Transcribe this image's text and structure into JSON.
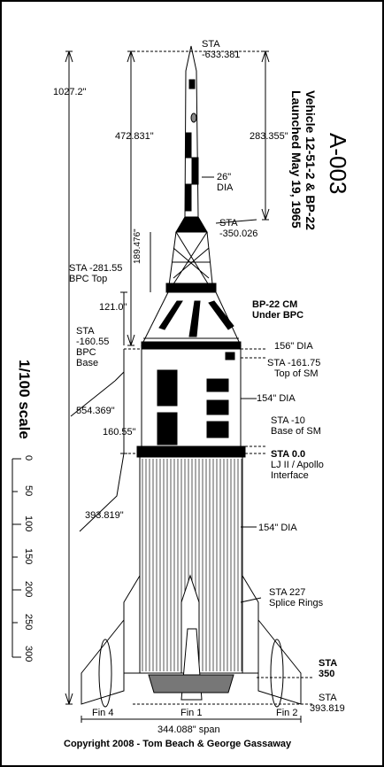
{
  "title": "A-003",
  "vehicle_line": "Vehicle 12-51-2 & BP-22",
  "launch_line": "Launched May 19, 1965",
  "scale_label": "1/100 scale",
  "scale_ticks": [
    "0",
    "50",
    "100",
    "150",
    "200",
    "250",
    "300"
  ],
  "labels": {
    "sta_top_1": "STA",
    "sta_top_2": "-633.381",
    "len_1027": "1027.2\"",
    "len_472": "472.831\"",
    "len_283": "283.355\"",
    "dia_26": "26\"",
    "dia_26_unit": "DIA",
    "sta_350_1": "STA",
    "sta_350_2": "-350.026",
    "len_189": "189.476\"",
    "sta_281_1": "STA -281.55",
    "sta_281_2": "BPC Top",
    "len_121": "121.0\"",
    "bp22_1": "BP-22 CM",
    "bp22_2": "Under BPC",
    "sta_160_1": "STA",
    "sta_160_2": "-160.55",
    "sta_160_3": "BPC",
    "sta_160_4": "Base",
    "dia_156": "156\" DIA",
    "sta_161_1": "STA -161.75",
    "sta_161_2": "Top of SM",
    "dia_154a": "154\" DIA",
    "len_554": "554.369\"",
    "sta_m10_1": "STA  -10",
    "sta_m10_2": "Base of SM",
    "len_160": "160.55\"",
    "sta_0_1": "STA  0.0",
    "sta_0_2": "LJ II / Apollo",
    "sta_0_3": "Interface",
    "len_393": "393.819\"",
    "dia_154b": "154\" DIA",
    "sta_227_1": "STA  227",
    "sta_227_2": "Splice Rings",
    "sta_350b_1": "STA",
    "sta_350b_2": "350",
    "sta_393_1": "STA",
    "sta_393_2": "393.819",
    "fin4": "Fin 4",
    "fin1": "Fin 1",
    "fin2": "Fin 2",
    "span": "344.088\" span",
    "copyright": "Copyright 2008  -  Tom Beach & George Gassaway"
  }
}
